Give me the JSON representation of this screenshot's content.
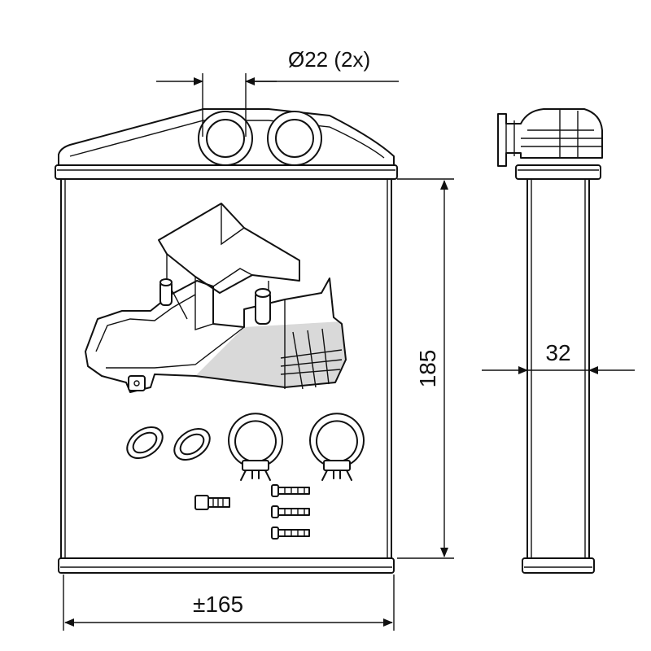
{
  "dimensions": {
    "port_diameter": "Ø22 (2x)",
    "height": "185",
    "depth": "32",
    "width": "±165"
  },
  "colors": {
    "stroke": "#111111",
    "background": "#ffffff",
    "shade": "#d9d9d9"
  },
  "parts": {
    "core": "heater-core",
    "shroud": "plastic-shroud",
    "seals": "o-ring-seals",
    "clamps": "pipe-clamps",
    "screws": "screws"
  }
}
